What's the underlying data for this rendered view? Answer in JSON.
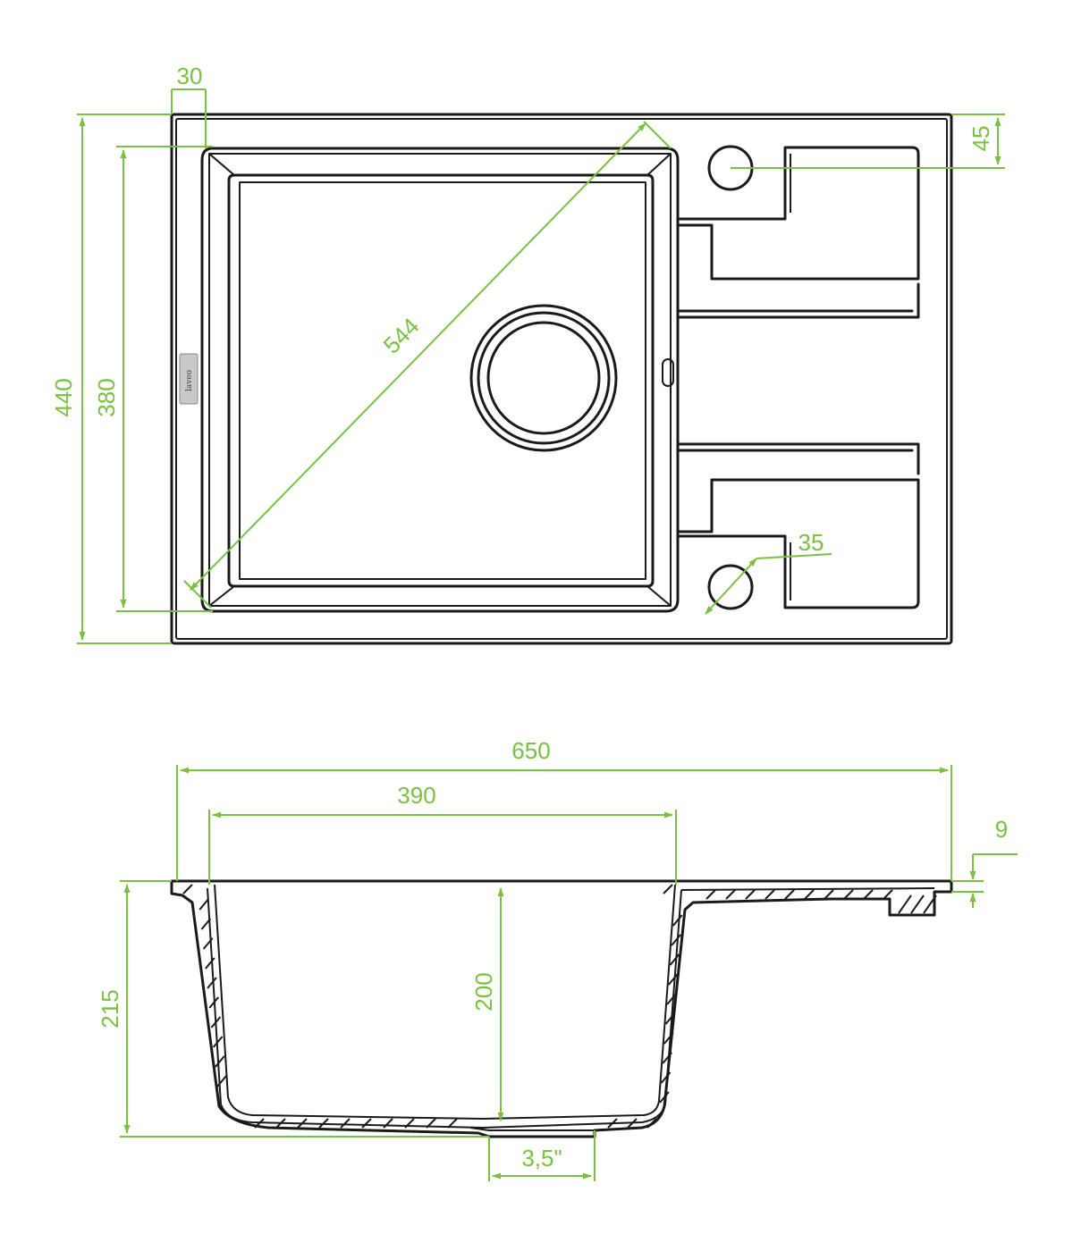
{
  "top_view": {
    "logo_text": "laveo",
    "dimensions": {
      "rim_width": "30",
      "total_depth": "440",
      "bowl_depth": "380",
      "bowl_diagonal": "544",
      "tap_hole_offset": "45",
      "tap_hole_diameter": "35"
    }
  },
  "side_view": {
    "dimensions": {
      "total_width": "650",
      "bowl_width": "390",
      "rim_thickness": "9",
      "total_height": "215",
      "bowl_height": "200",
      "drain_size": "3,5\""
    }
  },
  "colors": {
    "outline": "#1a1a1a",
    "dimension": "#7ac142"
  }
}
